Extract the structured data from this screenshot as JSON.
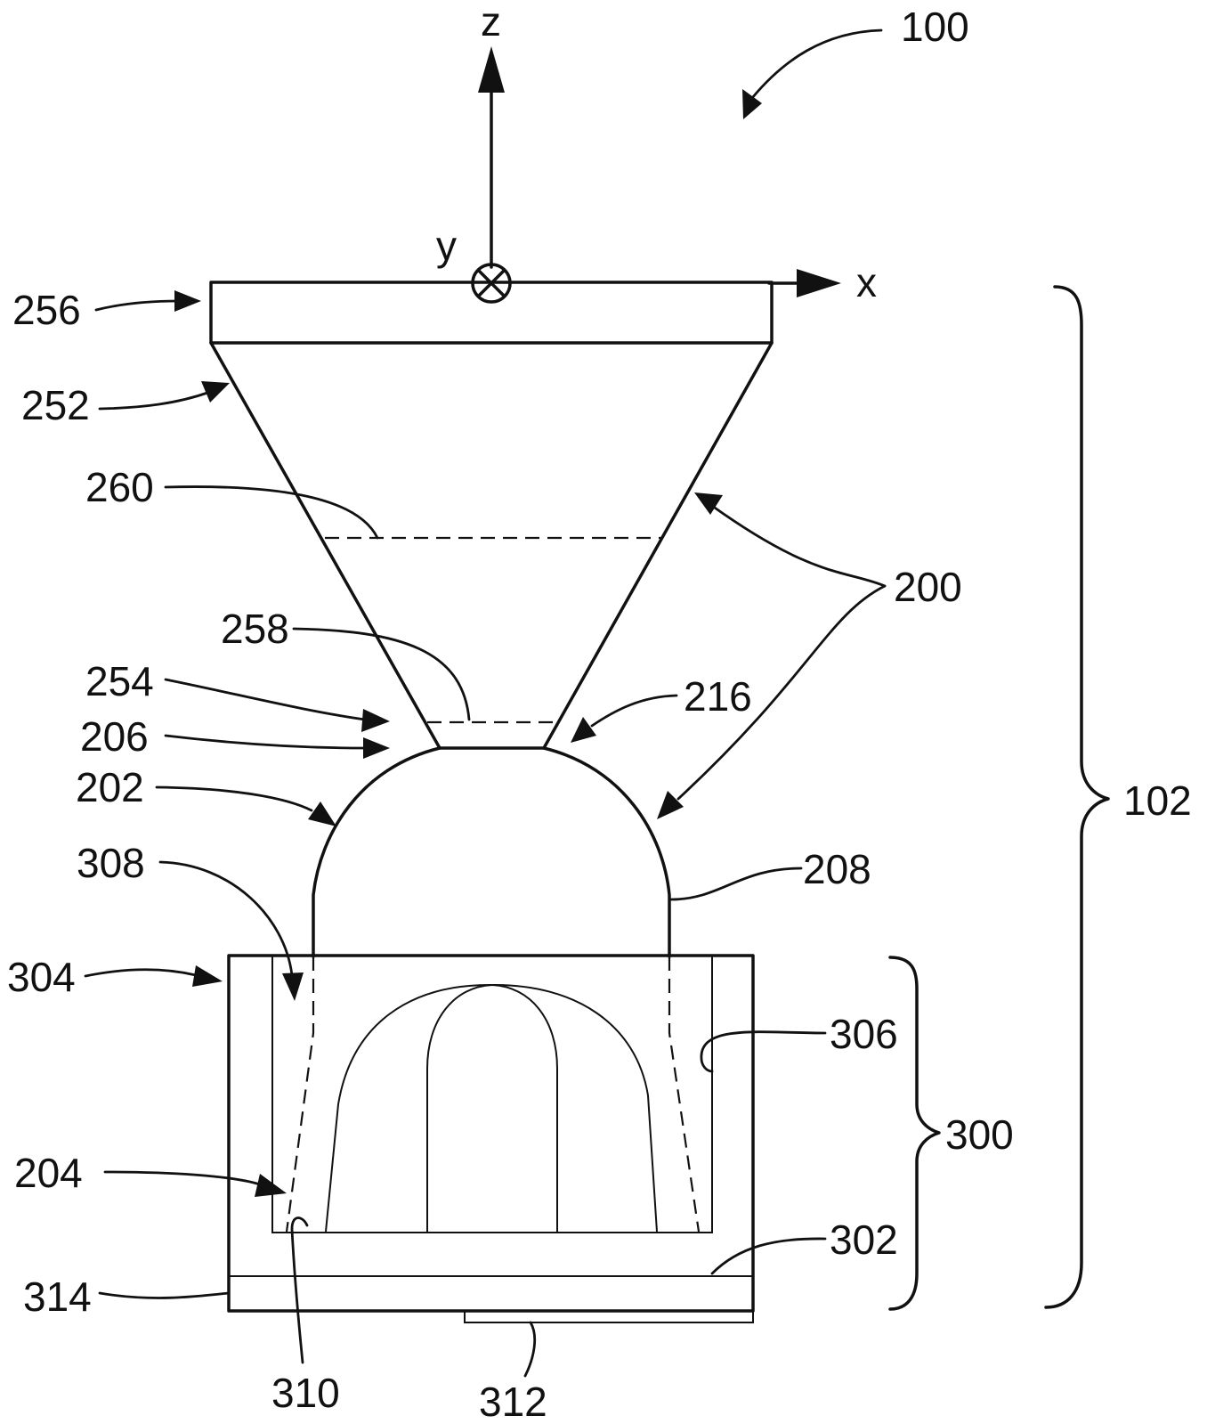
{
  "axes": {
    "z": "z",
    "y": "y",
    "x": "x"
  },
  "refs": {
    "r100": "100",
    "r102": "102",
    "r200": "200",
    "r202": "202",
    "r204": "204",
    "r206": "206",
    "r208": "208",
    "r216": "216",
    "r252": "252",
    "r254": "254",
    "r256": "256",
    "r258": "258",
    "r260": "260",
    "r300": "300",
    "r302": "302",
    "r304": "304",
    "r306": "306",
    "r308": "308",
    "r310": "310",
    "r312": "312",
    "r314": "314"
  }
}
